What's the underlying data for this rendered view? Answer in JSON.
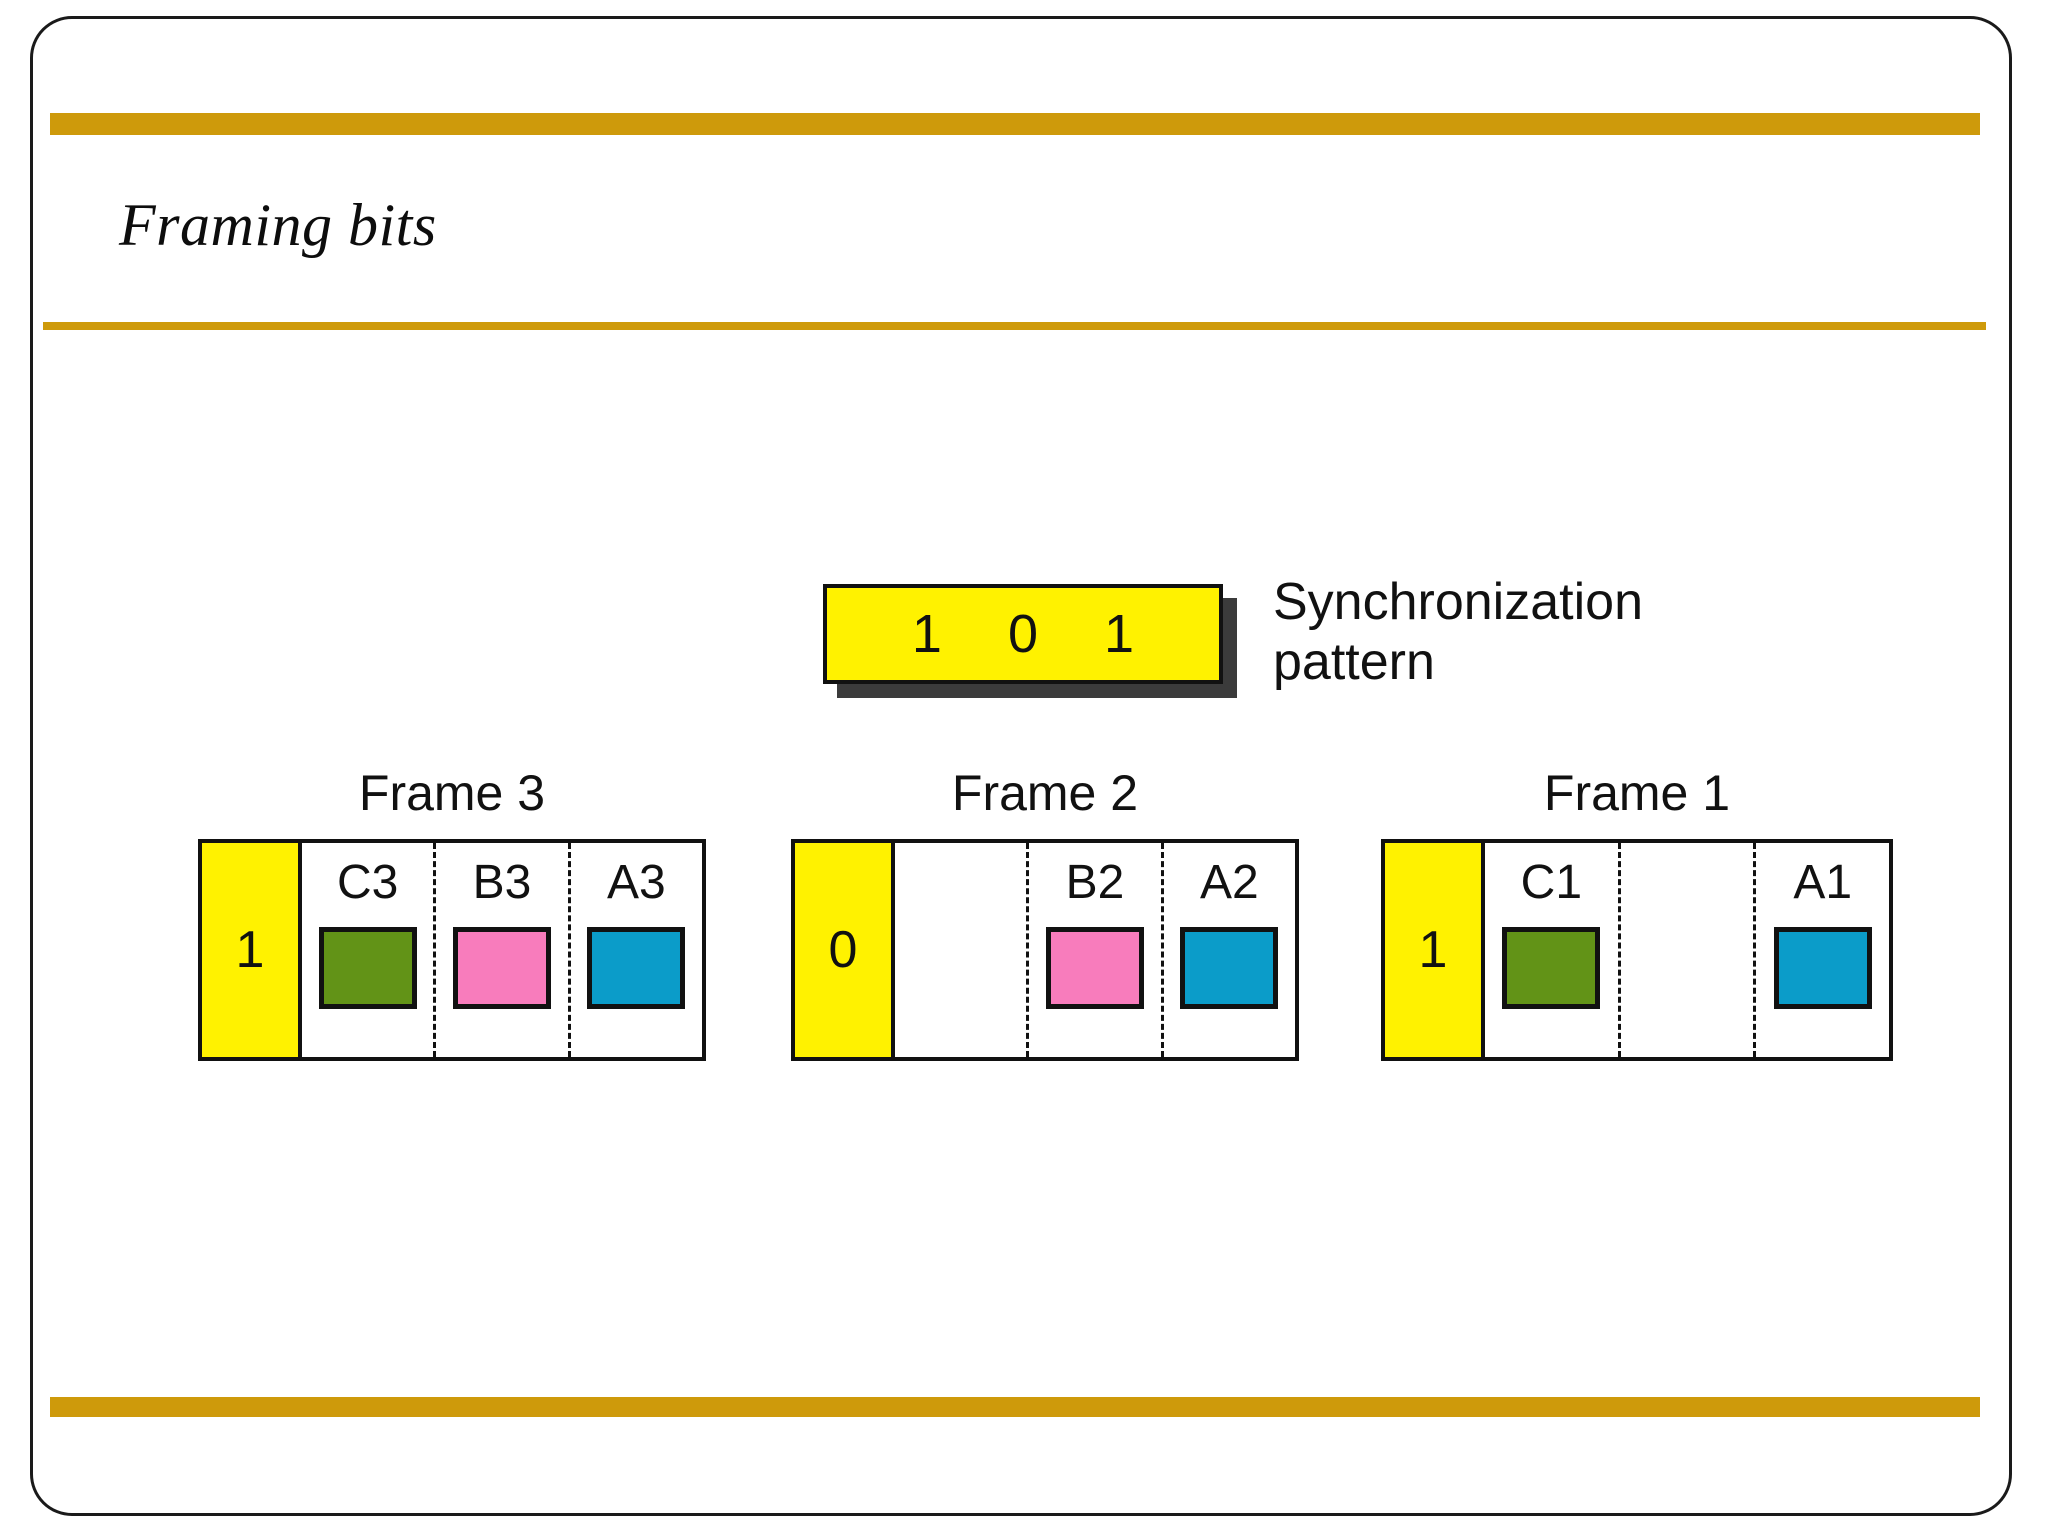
{
  "slide": {
    "title": "Framing bits",
    "accent_gold": "#CE9A0B",
    "border_color": "#1a1a1a"
  },
  "sync": {
    "bits": [
      "1",
      "0",
      "1"
    ],
    "label": "Synchronization pattern",
    "box_color": "#FFF200",
    "shadow_color": "#3b3b3b"
  },
  "colors": {
    "yellow": "#FFF200",
    "green": "#629317",
    "pink": "#F87CBC",
    "blue": "#0B9CC9"
  },
  "frames": [
    {
      "title": "Frame 3",
      "framing_bit": "1",
      "slots": [
        {
          "label": "C3",
          "color": "#629317",
          "filled": true
        },
        {
          "label": "B3",
          "color": "#F87CBC",
          "filled": true
        },
        {
          "label": "A3",
          "color": "#0B9CC9",
          "filled": true
        }
      ]
    },
    {
      "title": "Frame 2",
      "framing_bit": "0",
      "slots": [
        {
          "label": "",
          "color": "",
          "filled": false
        },
        {
          "label": "B2",
          "color": "#F87CBC",
          "filled": true
        },
        {
          "label": "A2",
          "color": "#0B9CC9",
          "filled": true
        }
      ]
    },
    {
      "title": "Frame 1",
      "framing_bit": "1",
      "slots": [
        {
          "label": "C1",
          "color": "#629317",
          "filled": true
        },
        {
          "label": "",
          "color": "",
          "filled": false
        },
        {
          "label": "A1",
          "color": "#0B9CC9",
          "filled": true
        }
      ]
    }
  ]
}
